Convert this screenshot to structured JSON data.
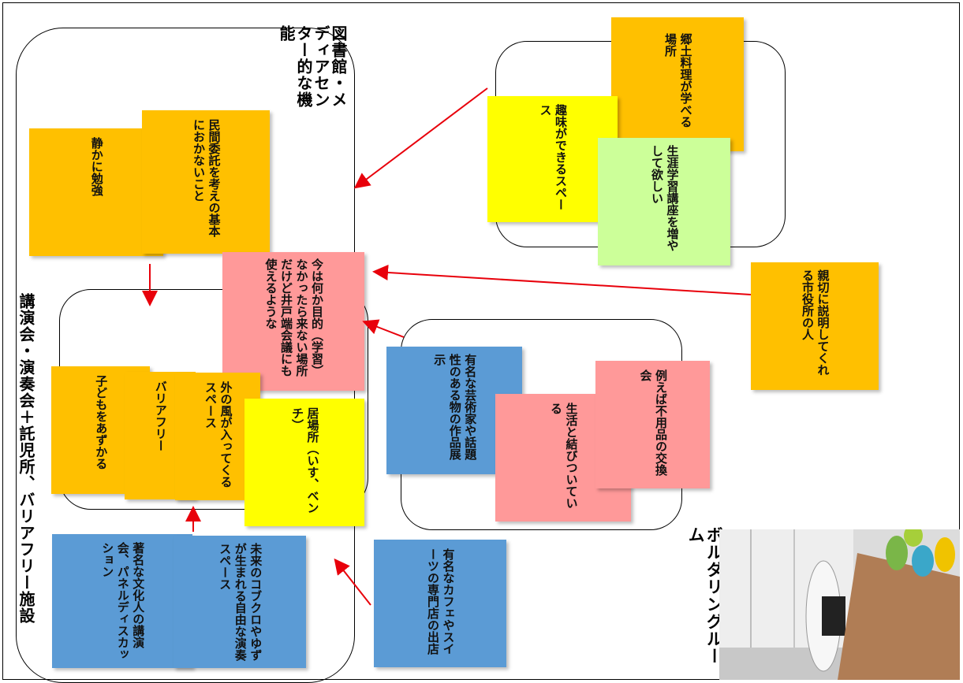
{
  "groups": {
    "library_label": "図書館・メディアセンター的な機能",
    "lecture_label": "講演会・演奏会＋託児所、バリアフリー施設",
    "bouldering_label": "ボルダリングルーム"
  },
  "notes": {
    "quiet_study": "静かに勉強",
    "outsourcing": "民間委託を考えの基本におかないこと",
    "hobby_space": "趣味ができるスペース",
    "local_cuisine": "郷土料理が学べる場所",
    "lifelong_learning": "生涯学習講座を増やして欲しい",
    "kind_staff": "親切に説明してくれる市役所の人",
    "purpose_place": "今は何か目的（学習）なかったら来ない場所だけど井戸端会議にも使えるような",
    "childcare": "子どもをあずかる",
    "barrier_free": "バリアフリー",
    "breeze_space": "外の風が入ってくるスペース",
    "seating": "居場所（いす、ベンチ）",
    "art_exhibit": "有名な芸術家や話題性のある物の作品展示",
    "daily_life": "生活と結びついている",
    "exchange": "例えば不用品の交換会",
    "cafe": "有名なカフェやスイーツの専門店の出店",
    "lecture_discussion": "著名な文化人の講演会、パネルディスカッション",
    "free_performance": "未来のコブクロやゆずが生まれる自由な演奏スペース"
  },
  "colors": {
    "orange": "#ffc000",
    "yellow": "#ffff00",
    "pink": "#ff9999",
    "blue": "#5b9bd5",
    "green": "#ccff99",
    "arrow": "#e8000b"
  }
}
